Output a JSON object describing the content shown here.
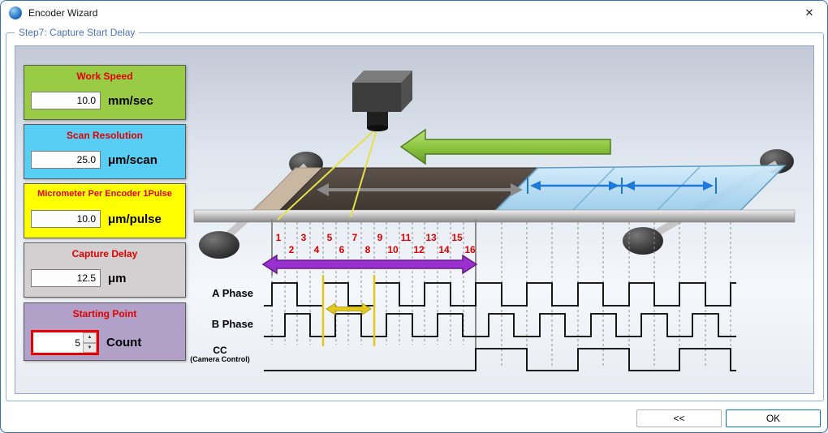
{
  "window": {
    "title": "Encoder Wizard",
    "close": "✕"
  },
  "step_title": "Step7: Capture Start Delay",
  "panels": [
    {
      "title": "Work Speed",
      "value": "10.0",
      "unit": "mm/sec",
      "bg": "#99cc44"
    },
    {
      "title": "Scan Resolution",
      "value": "25.0",
      "unit": "μm/scan",
      "bg": "#58cef5"
    },
    {
      "title": "Micrometer Per Encoder 1Pulse",
      "value": "10.0",
      "unit": "μm/pulse",
      "bg": "#ffff00"
    },
    {
      "title": "Capture Delay",
      "value": "12.5",
      "unit": "μm",
      "bg": "#d2d0d0"
    },
    {
      "title": "Starting Point",
      "value": "5",
      "unit": "Count",
      "bg": "#b1a0c7"
    }
  ],
  "spinner_glyphs": {
    "up": "▲",
    "down": "▼"
  },
  "timing": {
    "pulses": [
      "1",
      "2",
      "3",
      "4",
      "5",
      "6",
      "7",
      "8",
      "9",
      "10",
      "11",
      "12",
      "13",
      "14",
      "15",
      "16"
    ],
    "a_phase_label": "A Phase",
    "b_phase_label": "B Phase",
    "cc_label": "CC",
    "cc_sublabel": "(Camera Control)"
  },
  "buttons": {
    "back": "<<",
    "ok": "OK"
  },
  "colors": {
    "panel_title_red": "#e00000",
    "pulse_number_red": "#e00000",
    "ok_button_border": "#0078d4",
    "group_border": "#8cb4e2",
    "scan_arrow_green": "#8cc63f",
    "capture_delay_arrow_purple": "#9b30d0",
    "phase_offset_marker_yellow": "#e3c81e"
  }
}
